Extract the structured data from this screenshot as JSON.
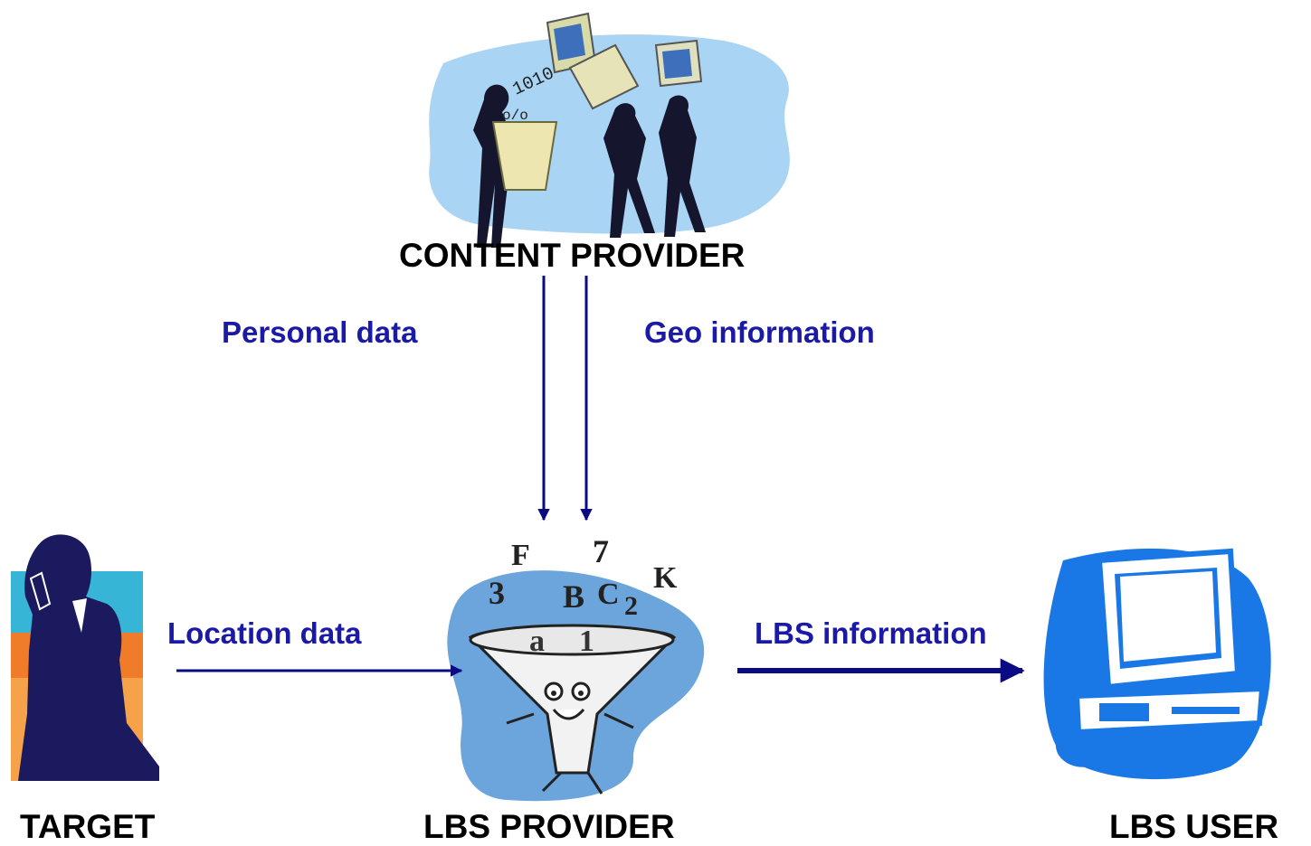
{
  "nodes": {
    "content_provider": {
      "label": "CONTENT PROVIDER"
    },
    "lbs_provider": {
      "label": "LBS PROVIDER"
    },
    "target": {
      "label": "TARGET"
    },
    "lbs_user": {
      "label": "LBS USER"
    }
  },
  "edges": {
    "personal_data": {
      "label": "Personal data",
      "from": "content_provider",
      "to": "lbs_provider"
    },
    "geo_information": {
      "label": "Geo information",
      "from": "content_provider",
      "to": "lbs_provider"
    },
    "location_data": {
      "label": "Location data",
      "from": "target",
      "to": "lbs_provider"
    },
    "lbs_information": {
      "label": "LBS information",
      "from": "lbs_provider",
      "to": "lbs_user"
    }
  },
  "colors": {
    "edge": "#0a0a82",
    "label_node": "#000000",
    "label_edge": "#1a1aa6",
    "blob_light": "#a9d4f3",
    "blob_funnel": "#6ca5dc",
    "computer_blue": "#1a78e6",
    "silhouette": "#1b1a5e"
  }
}
